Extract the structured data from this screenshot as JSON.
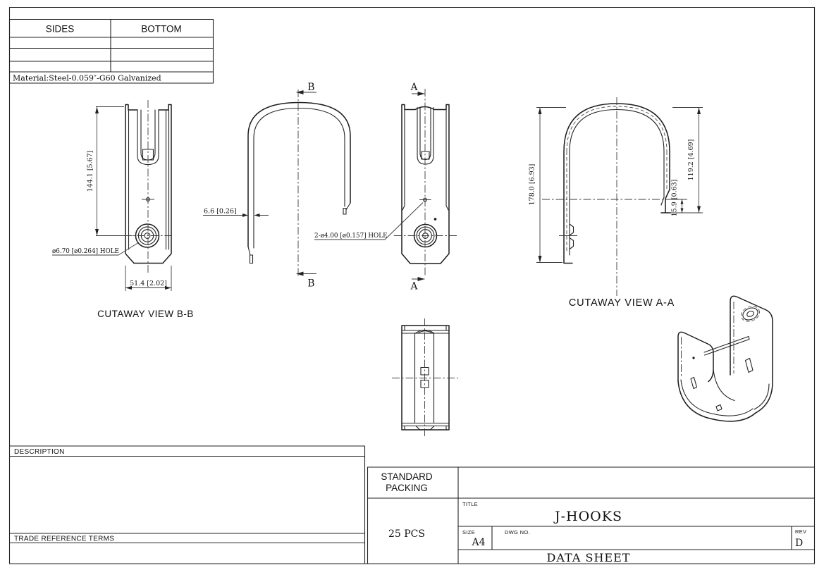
{
  "colors": {
    "line": "#1c1c1c",
    "background": "#ffffff"
  },
  "sheet": {
    "spec_table": {
      "headers": [
        "SIDES",
        "BOTTOM"
      ],
      "rows": [
        [
          "",
          ""
        ],
        [
          "",
          ""
        ],
        [
          "",
          ""
        ]
      ],
      "material_note": "Material:Steel-0.059″-G60 Galvanized"
    }
  },
  "views": {
    "cutaway_bb": {
      "label": "CUTAWAY VIEW B-B",
      "dim_height": "144.1 [5.67]",
      "dim_hole": "ø6.70 [ø0.264] HOLE",
      "dim_width": "51.4 [2.02]"
    },
    "side_profile": {
      "dim_thickness": "6.6 [0.26]",
      "section_letter": "B"
    },
    "front": {
      "dim_holes": "2-ø4.00 [ø0.157] HOLE",
      "section_letter": "A"
    },
    "cutaway_aa": {
      "label": "CUTAWAY VIEW A-A",
      "dim_height": "178.0 [6.93]",
      "dim_inner_height": "119.2 [4.69]",
      "dim_foot": "15.9 [0.63]"
    }
  },
  "title_block": {
    "description_label": "DESCRIPTION",
    "trade_label": "TRADE REFERENCE TERMS",
    "packing_label_line1": "STANDARD",
    "packing_label_line2": "PACKING",
    "packing_qty": "25 PCS",
    "title_label": "TITLE",
    "title": "J-HOOKS",
    "size_label": "SIZE",
    "size": "A4",
    "dwg_label": "DWG NO.",
    "rev_label": "REV",
    "rev": "D",
    "sheet_name": "DATA SHEET"
  }
}
